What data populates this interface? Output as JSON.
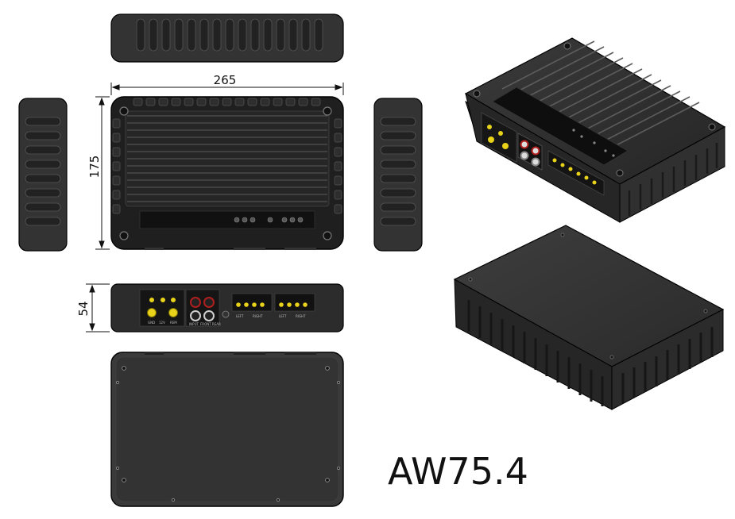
{
  "drawing": {
    "model_label": "AW75.4",
    "dimensions": {
      "width": "265",
      "depth": "175",
      "height": "54"
    },
    "panel_labels": {
      "power_1": "GND",
      "power_2": "12V",
      "power_3": "REM",
      "rca_1": "INPUT",
      "rca_2": "FRONT REAR",
      "speaker_1": "LEFT",
      "speaker_2": "RIGHT"
    }
  },
  "colors": {
    "body_dark": "#2b2b2b",
    "body_mid": "#3d3d3d",
    "body_light": "#565656",
    "terminal_yellow": "#e8d21a",
    "rca_red": "#b01e1e",
    "outline": "#000000"
  }
}
